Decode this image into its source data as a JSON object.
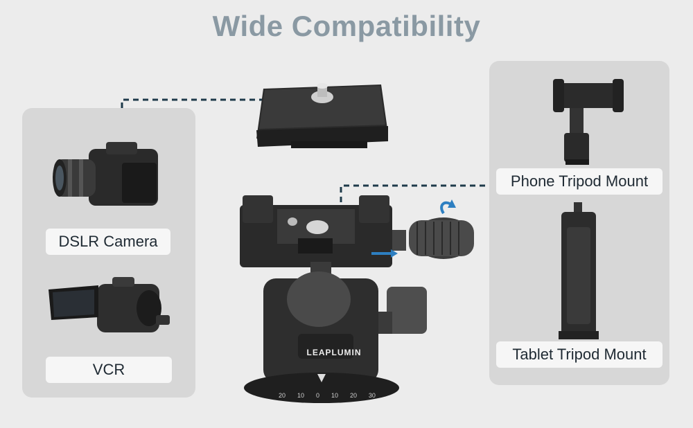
{
  "title": "Wide Compatibility",
  "labels": {
    "dslr": "DSLR Camera",
    "vcr": "VCR",
    "phone_mount": "Phone Tripod Mount",
    "tablet_mount": "Tablet Tripod Mount"
  },
  "brand": "LEAPLUMIN",
  "dial_numbers": [
    "20",
    "10",
    "0",
    "10",
    "20",
    "30"
  ],
  "colors": {
    "title": "#8a99a3",
    "panel": "#d7d7d7",
    "background": "#ececec",
    "connector": "#1e3a4a",
    "arrow": "#2d7fc1"
  }
}
